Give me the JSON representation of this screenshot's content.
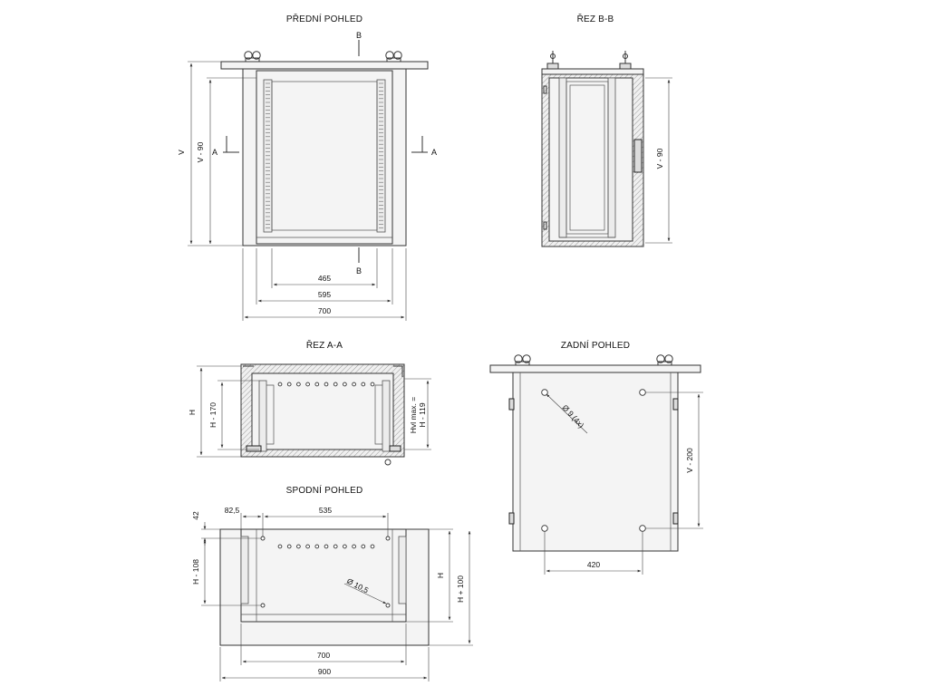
{
  "views": {
    "front": {
      "title": "PŘEDNÍ POHLED",
      "dims": {
        "v": "V",
        "v90": "V - 90",
        "w465": "465",
        "w595": "595",
        "w700": "700"
      },
      "section_a": "A",
      "section_b": "B"
    },
    "section_bb": {
      "title": "ŘEZ B-B",
      "dims": {
        "v90": "V - 90"
      }
    },
    "section_aa": {
      "title": "ŘEZ A-A",
      "dims": {
        "h": "H",
        "h170": "H - 170",
        "hvl_line1": "Hvl max. =",
        "hvl_line2": "H - 119"
      }
    },
    "rear": {
      "title": "ZADNÍ POHLED",
      "dims": {
        "hole": "Ø 9 (4x)",
        "v200": "V - 200",
        "w420": "420"
      }
    },
    "bottom": {
      "title": "SPODNÍ POHLED",
      "dims": {
        "d42": "42",
        "d825": "82,5",
        "d535": "535",
        "h108": "H - 108",
        "hole": "Ø 10,5",
        "h": "H",
        "h100": "H + 100",
        "w700": "700",
        "w900": "900"
      }
    }
  }
}
